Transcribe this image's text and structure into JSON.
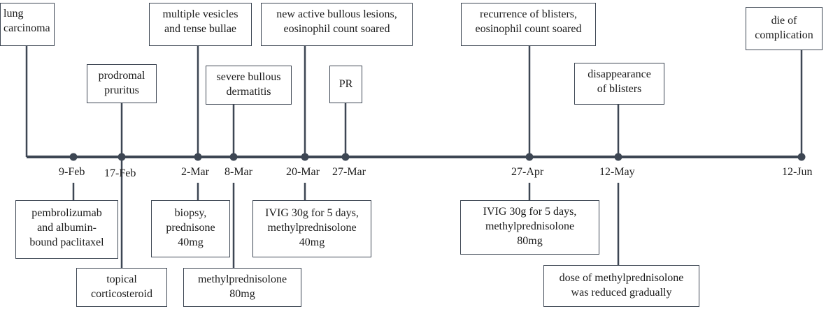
{
  "events": [
    {
      "id": "lung-carcinoma",
      "lines": [
        "lung",
        "carcinoma"
      ]
    },
    {
      "id": "prodromal-pruritus",
      "lines": [
        "prodromal",
        "pruritus"
      ]
    },
    {
      "id": "vesicles-bullae",
      "lines": [
        "multiple vesicles",
        "and tense bullae"
      ]
    },
    {
      "id": "severe-dermatitis",
      "lines": [
        "severe bullous",
        "dermatitis"
      ]
    },
    {
      "id": "new-lesions",
      "lines": [
        "new active bullous lesions,",
        "eosinophil count soared"
      ]
    },
    {
      "id": "pr",
      "lines": [
        "PR"
      ]
    },
    {
      "id": "recurrence",
      "lines": [
        "recurrence of blisters,",
        "eosinophil count soared"
      ]
    },
    {
      "id": "disappearance",
      "lines": [
        "disappearance",
        "of blisters"
      ]
    },
    {
      "id": "death",
      "lines": [
        "die of",
        "complication"
      ]
    }
  ],
  "dates": [
    "9-Feb",
    "17-Feb",
    "2-Mar",
    "8-Mar",
    "20-Mar",
    "27-Mar",
    "27-Apr",
    "12-May",
    "12-Jun"
  ],
  "treatments": [
    {
      "id": "pembrolizumab",
      "lines": [
        "pembrolizumab",
        "and albumin-",
        "bound paclitaxel"
      ]
    },
    {
      "id": "topical-corticosteroid",
      "lines": [
        "topical",
        "corticosteroid"
      ]
    },
    {
      "id": "biopsy-prednisone",
      "lines": [
        "biopsy,",
        "prednisone",
        "40mg"
      ]
    },
    {
      "id": "methylpred-80-mar",
      "lines": [
        "methylprednisolone",
        "80mg"
      ]
    },
    {
      "id": "ivig-40",
      "lines": [
        "IVIG 30g for 5 days,",
        "methylprednisolone",
        "40mg"
      ]
    },
    {
      "id": "ivig-80",
      "lines": [
        "IVIG 30g for 5 days,",
        "methylprednisolone",
        "80mg"
      ]
    },
    {
      "id": "dose-reduced",
      "lines": [
        "dose of methylprednisolone",
        "was reduced gradually"
      ]
    }
  ],
  "colors": {
    "axis": "#3d4653",
    "box_border": "#3d4653",
    "text": "#1a1a1a"
  }
}
